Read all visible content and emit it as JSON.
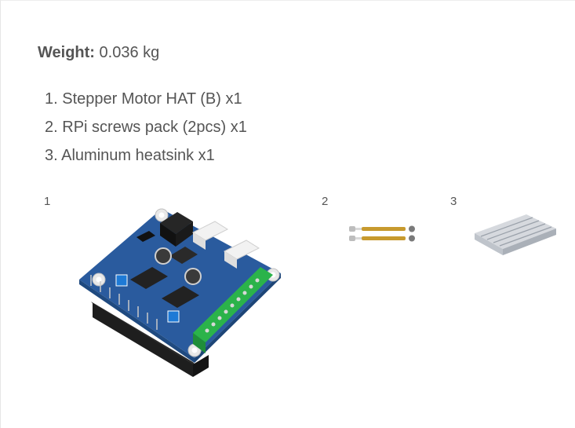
{
  "weight": {
    "label": "Weight:",
    "value": "0.036 kg"
  },
  "package_list": [
    {
      "number": "1.",
      "text": "Stepper Motor HAT (B) x1"
    },
    {
      "number": "2.",
      "text": "RPi screws pack (2pcs) x1"
    },
    {
      "number": "3.",
      "text": "Aluminum heatsink x1"
    }
  ],
  "figures": [
    {
      "number": "1",
      "icon": "stepper-motor-hat-board"
    },
    {
      "number": "2",
      "icon": "rpi-screws-standoffs"
    },
    {
      "number": "3",
      "icon": "aluminum-heatsink"
    }
  ],
  "colors": {
    "text": "#555555",
    "pcb_blue": "#2a5b9e",
    "terminal_green": "#2bb34a",
    "header_black": "#1e1e1e",
    "brass": "#c79a2e"
  }
}
